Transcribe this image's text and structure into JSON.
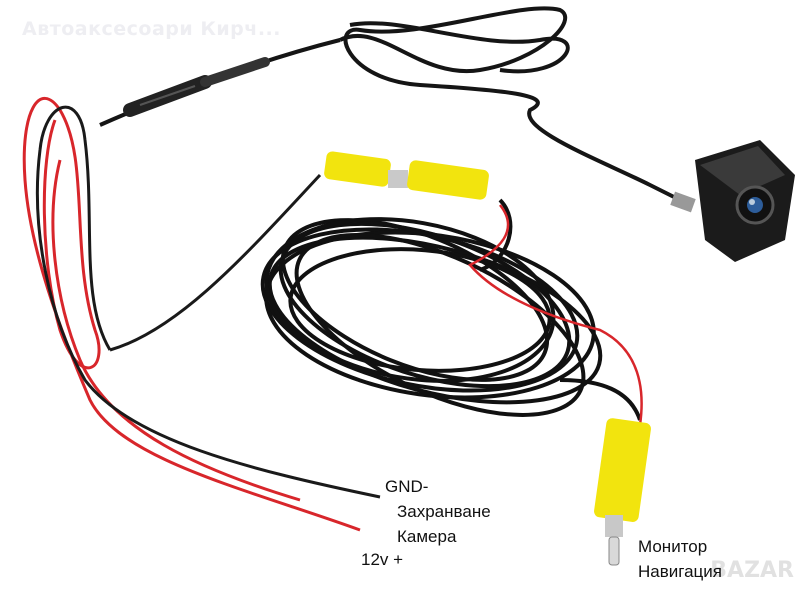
{
  "watermark": {
    "shop": "Автоаксесоари Кирч...",
    "site": "BAZAR"
  },
  "labels": {
    "gnd": "GND-",
    "power_line1": "Захранване",
    "power_line2": "Камера",
    "v12": "12v +",
    "monitor_line1": "Монитор",
    "monitor_line2": "Навигация"
  },
  "colors": {
    "cable": "#111111",
    "red_wire": "#d8262b",
    "rca_yellow": "#f2e40e",
    "background": "#ffffff"
  }
}
